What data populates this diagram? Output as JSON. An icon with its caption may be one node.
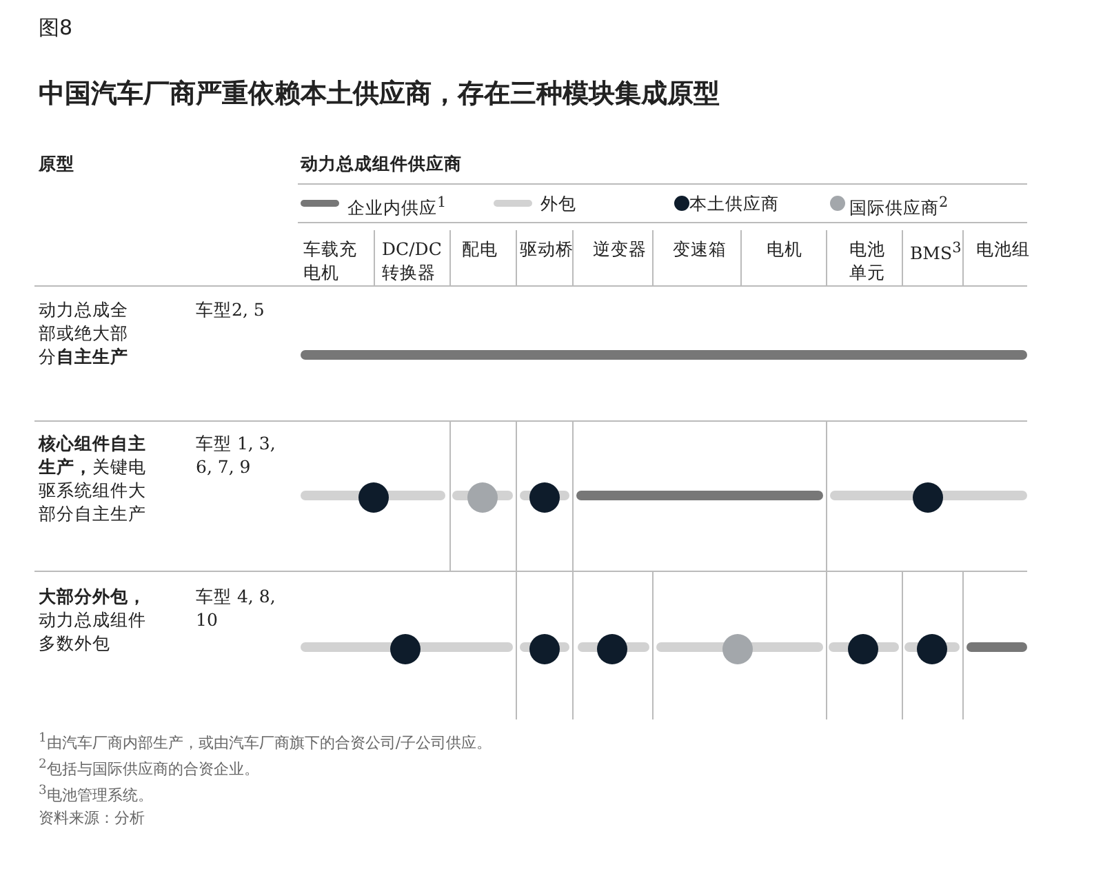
{
  "diagram": {
    "title": "中国汽车厂商严重依赖本土供应商，存在三种模块集成原型",
    "nodes": [
      {
        "text": [],
        "shape": "bar"
      },
      {
        "text": [],
        "shape": "bar"
      },
      {
        "text": [],
        "shape": "circle"
      },
      {
        "text": [],
        "shape": "bar"
      },
      {
        "text": [],
        "shape": "circle"
      },
      {
        "text": [],
        "shape": "bar"
      },
      {
        "text": [],
        "shape": "circle"
      },
      {
        "text": [],
        "shape": "bar"
      },
      {
        "text": [],
        "shape": "bar"
      },
      {
        "text": [],
        "shape": "circle"
      },
      {
        "text": [],
        "shape": "bar"
      },
      {
        "text": [],
        "shape": "circle"
      },
      {
        "text": [],
        "shape": "bar"
      },
      {
        "text": [],
        "shape": "circle"
      },
      {
        "text": [],
        "shape": "bar"
      },
      {
        "text": [],
        "shape": "circle"
      },
      {
        "text": [],
        "shape": "bar"
      },
      {
        "text": [],
        "shape": "circle"
      },
      {
        "text": [],
        "shape": "bar"
      },
      {
        "text": [],
        "shape": "circle"
      },
      {
        "text": [],
        "shape": "bar"
      },
      {
        "text": [],
        "shape": "circle"
      },
      {
        "text": [],
        "shape": "bar"
      }
    ],
    "labels": [
      "图8",
      "原型",
      "动力总成组件供应商",
      "车载充电机",
      "DC/DC转换器",
      "配电",
      "驱动桥",
      "逆变器",
      "变速箱",
      "电机",
      "电池单元",
      "BMS$^{3}$",
      "电池组",
      "动力总成全部或绝大部分**自主生产**",
      "车型2, 5",
      "**核心组件自主生产，**关键电驱系统组件大部分自主生产",
      "车型 1, 3, 6, 7, 9",
      "**大部分外包，**动力总成组件多数外包",
      "车型 4, 8, 10",
      "$^{1}$由汽车厂商内部生产，或由汽车厂商旗下的合资公司/子公司供应。",
      "$^{2}$包括与国际供应商的合资企业。",
      "$^{3}$电池管理系统。",
      "资料来源：分析"
    ],
    "legend": [
      {
        "text": "企业内供应$^{1}$"
      },
      {
        "text": "外包"
      },
      {
        "text": "本土供应商"
      },
      {
        "text": "国际供应商$^{2}$"
      }
    ]
  }
}
